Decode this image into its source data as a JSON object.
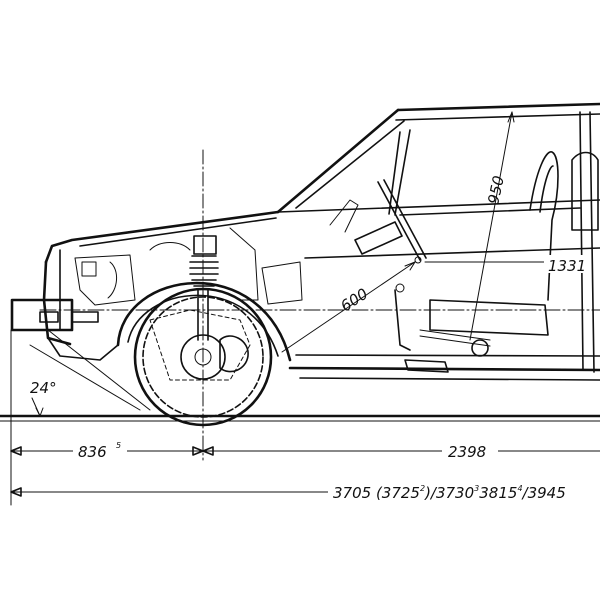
{
  "drawing": {
    "dimensions": {
      "front_overhang": "836",
      "front_overhang_note": "5",
      "wheelbase": "2398",
      "length_main": "3705 (3725",
      "length_note_a": "2",
      "length_mid": ")/3730",
      "length_note_b": "3",
      "length_mid2": "3815",
      "length_note_c": "4",
      "length_tail": "/3945",
      "approach_angle": "24°",
      "headroom": "950",
      "seat_height": "600",
      "cabin_length": "1331"
    }
  }
}
